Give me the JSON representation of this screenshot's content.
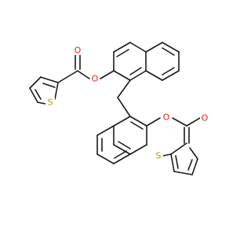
{
  "molecule": {
    "colors": {
      "bond": "#1a1a1a",
      "oxygen": "#e8231c",
      "sulfur": "#b0a000"
    },
    "atom_labels": {
      "o_carbonyl_upper": "O",
      "o_ester_upper": "O",
      "s_upper": "S",
      "o_carbonyl_lower": "O",
      "o_ester_lower": "O",
      "s_lower": "S"
    }
  }
}
